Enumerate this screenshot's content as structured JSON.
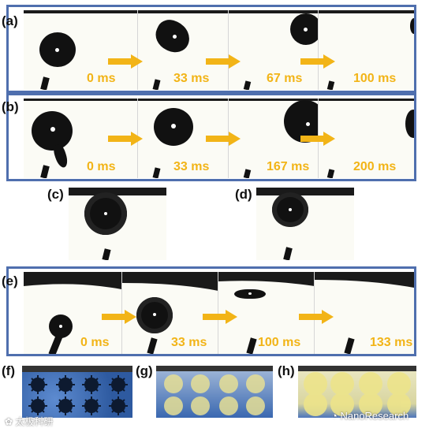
{
  "figure": {
    "panel_labels": [
      "(a)",
      "(b)",
      "(c)",
      "(d)",
      "(e)",
      "(f)",
      "(g)",
      "(h)"
    ],
    "row_a": {
      "times": [
        "0 ms",
        "33 ms",
        "67 ms",
        "100 ms"
      ]
    },
    "row_b": {
      "times": [
        "0 ms",
        "33 ms",
        "167 ms",
        "200 ms"
      ]
    },
    "row_e": {
      "times": [
        "0 ms",
        "33 ms",
        "100 ms",
        "133 ms"
      ]
    },
    "colors": {
      "frame_border": "#4f6fae",
      "time_label": "#f2b417",
      "arrow": "#f2b417",
      "droplet": "#111111"
    },
    "icons": [
      "right-arrow-icon",
      "wechat-icon"
    ],
    "watermarks": {
      "left": "太极科研",
      "right": "NanoResearch"
    }
  }
}
